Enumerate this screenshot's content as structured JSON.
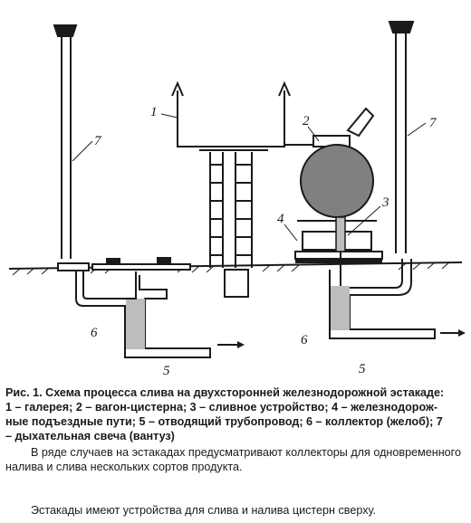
{
  "figure": {
    "labels": {
      "galleryNum": "1",
      "tankNum": "2",
      "drainNum": "3",
      "tracksNum": "4",
      "pipeLeftNum": "5",
      "pipeRightNum": "5",
      "collectorLeftNum": "6",
      "collectorRightNum": "6",
      "ventLeftNum": "7",
      "ventRightNum": "7"
    }
  },
  "caption": {
    "lines": [
      "Рис. 1. Схема процесса слива на двухсторонней железнодорожной эстакаде:",
      "1 – галерея; 2 – вагон-цистерна; 3 – сливное устройство; 4 – железнодорож-",
      "ные подъездные пути; 5 – отводящий трубопровод; 6 – коллектор (желоб); 7",
      "– дыхательная свеча (вантуз)"
    ]
  },
  "paragraphs": {
    "p1": "В ряде случаев на эстакадах предусматривают коллекторы для одновременного налива и слива нескольких сортов продукта.",
    "p2": "Эстакады имеют устройства для слива и налива цистерн сверху."
  }
}
